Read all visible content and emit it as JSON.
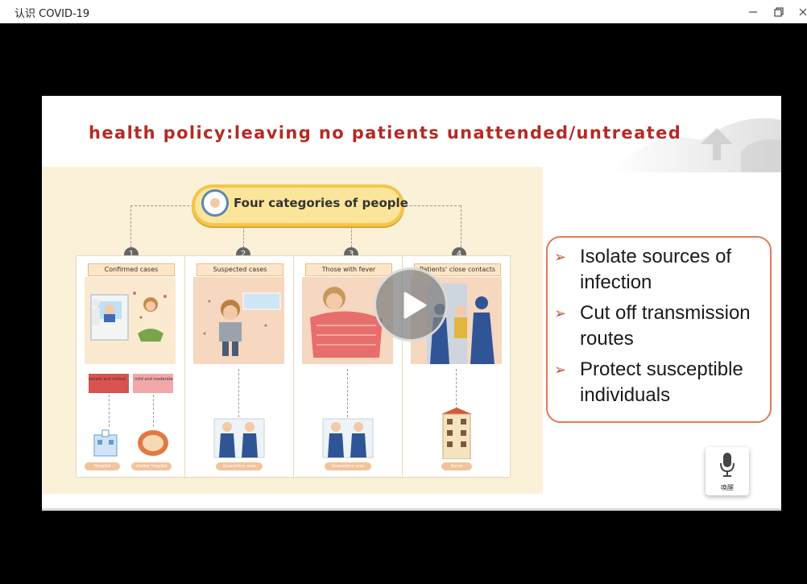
{
  "window": {
    "title": "认识 COVID-19",
    "minimize_glyph": "–",
    "close_glyph": "×"
  },
  "slide": {
    "heading": "health policy:leaving no patients unattended/untreated",
    "infographic": {
      "badge_text": "Four categories of people",
      "columns": [
        {
          "number": "1",
          "title": "Confirmed cases",
          "sub_left": "severe and critical",
          "sub_right": "mild and moderate",
          "tag_left": "Hospital",
          "tag_right": "shelter hospital"
        },
        {
          "number": "2",
          "title": "Suspected cases",
          "tag": "Quarantine area"
        },
        {
          "number": "3",
          "title": "Those with fever",
          "tag": "Quarantine area"
        },
        {
          "number": "4",
          "title": "Patients' close contacts",
          "tag": "Home"
        }
      ]
    },
    "bullets": [
      "Isolate sources of infection",
      "Cut off transmission routes",
      "Protect susceptible individuals"
    ],
    "bullet_arrow": "➢"
  },
  "player": {
    "play_icon": "play-icon"
  },
  "voice": {
    "label": "唤醒",
    "icon": "microphone-icon"
  },
  "colors": {
    "heading": "#b42b24",
    "bullet_border": "#e07a55",
    "infographic_bg": "#fbf1d9",
    "badge": "#f2c64b"
  }
}
